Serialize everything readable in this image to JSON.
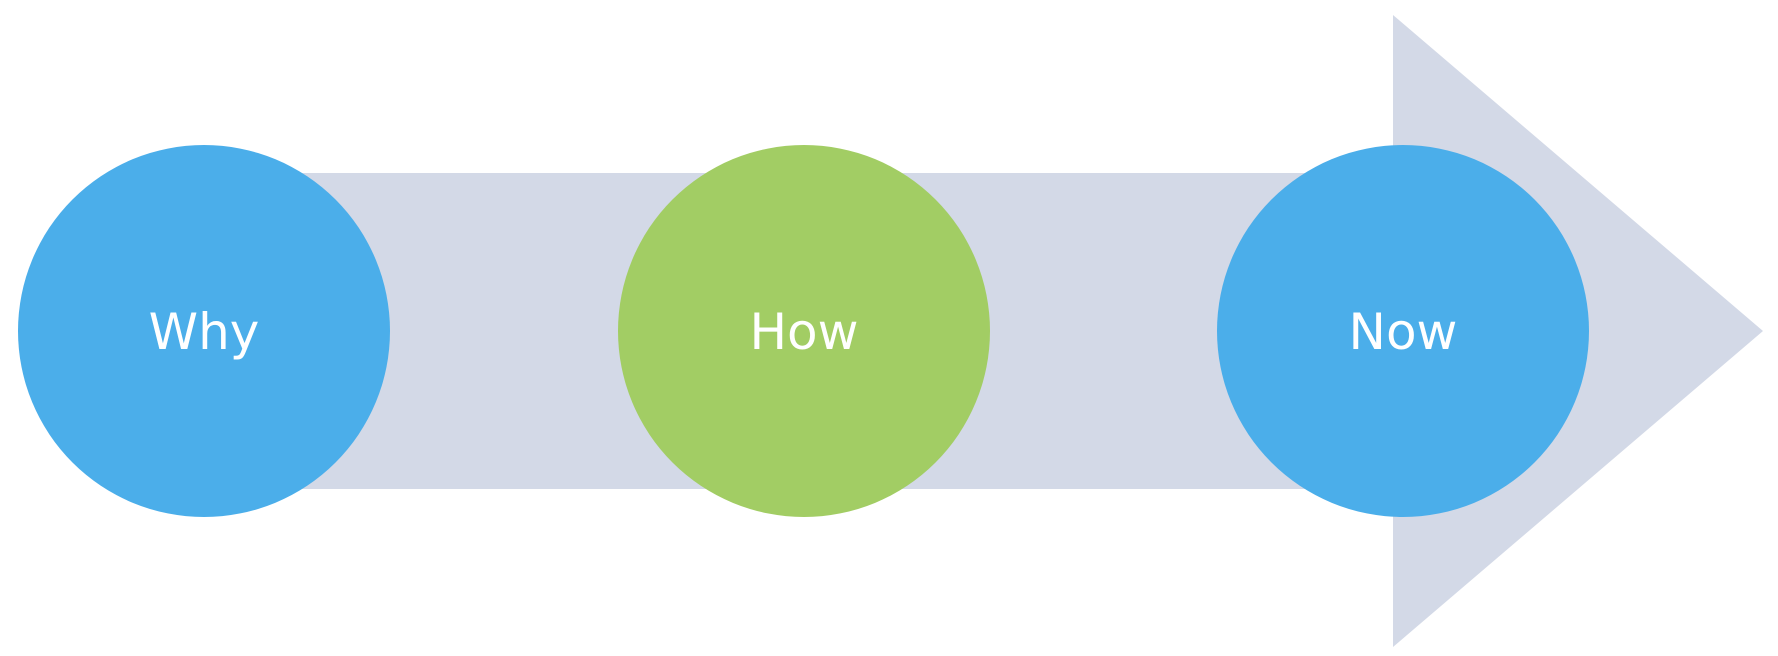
{
  "diagram": {
    "arrow_color": "#d3d9e7",
    "nodes": [
      {
        "label": "Why",
        "color": "#4baeea"
      },
      {
        "label": "How",
        "color": "#a2cd64"
      },
      {
        "label": "Now",
        "color": "#4baeea"
      }
    ]
  }
}
